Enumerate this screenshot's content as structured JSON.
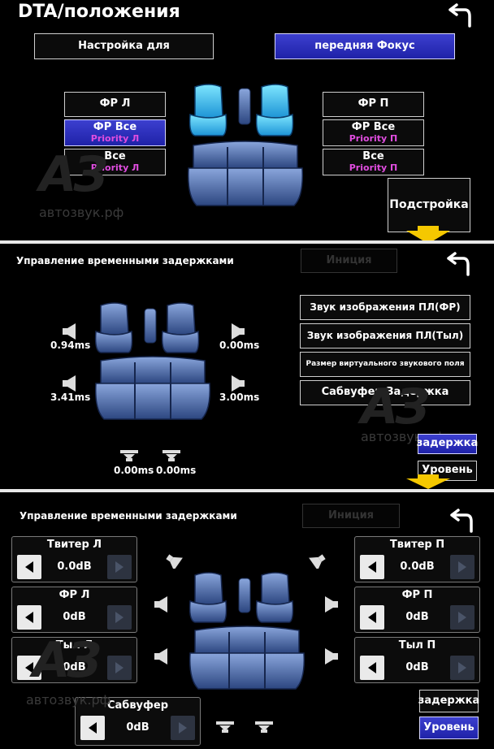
{
  "panel1": {
    "title": "DTA/положения",
    "setup_label": "Настройка для",
    "focus_label": "передняя Фокус",
    "left_buttons": [
      {
        "label": "ФР Л",
        "sub": ""
      },
      {
        "label": "ФР Все",
        "sub": "Priority Л"
      },
      {
        "label": "Все",
        "sub": "Priority Л"
      }
    ],
    "right_buttons": [
      {
        "label": "ФР П",
        "sub": ""
      },
      {
        "label": "ФР Все",
        "sub": "Priority П"
      },
      {
        "label": "Все",
        "sub": "Priority П"
      }
    ],
    "adjust_label": "Подстройка",
    "watermark": "автозвук.рф"
  },
  "panel2": {
    "title": "Управление временными задержками",
    "init_label": "Иниция",
    "delays": {
      "fl": "0.94ms",
      "fr": "0.00ms",
      "rl": "3.41ms",
      "rr": "3.00ms",
      "sub1": "0.00ms",
      "sub2": "0.00ms"
    },
    "buttons": [
      "Звук изображения ПЛ(ФР)",
      "Звук изображения ПЛ(Тыл)",
      "Размер виртуального звукового поля",
      "Сабвуфер Задержка"
    ],
    "delay_tab": "задержка",
    "level_tab": "Уровень",
    "watermark": "автозвук.рф"
  },
  "panel3": {
    "title": "Управление временными задержками",
    "init_label": "Иниция",
    "controls_left": [
      {
        "label": "Твитер Л",
        "value": "0.0dB"
      },
      {
        "label": "ФР Л",
        "value": "0dB"
      },
      {
        "label": "Тыл Л",
        "value": "0dB"
      }
    ],
    "controls_right": [
      {
        "label": "Твитер П",
        "value": "0.0dB"
      },
      {
        "label": "ФР П",
        "value": "0dB"
      },
      {
        "label": "Тыл П",
        "value": "0dB"
      }
    ],
    "sub": {
      "label": "Сабвуфер",
      "value": "0dB"
    },
    "delay_tab": "задержка",
    "level_tab": "Уровень",
    "watermark": "автозвук.рф"
  },
  "colors": {
    "accent": "#2f33c4",
    "seat_selected": "#3ec8f5",
    "seat": "#4f6fb0",
    "arrow": "#f5c800",
    "priority": "#e14de0"
  }
}
